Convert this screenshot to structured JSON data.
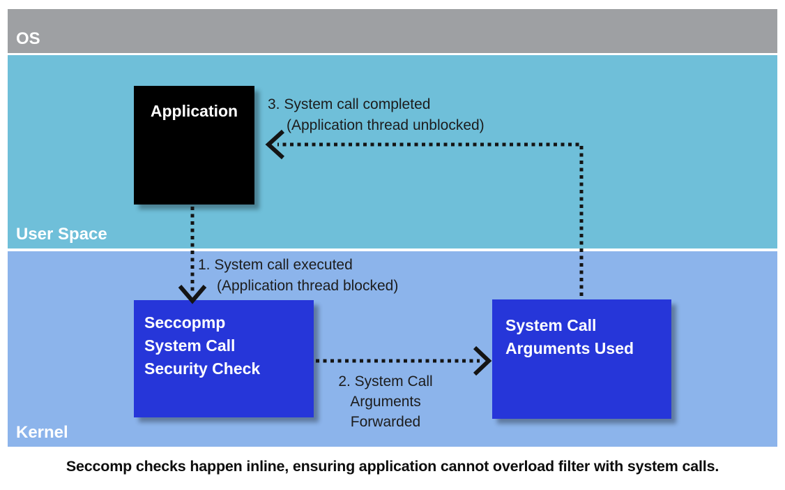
{
  "regions": {
    "os": {
      "label": "OS",
      "color": "#9ea0a3"
    },
    "user_space": {
      "label": "User Space",
      "color": "#6fbfd9"
    },
    "kernel": {
      "label": "Kernel",
      "color": "#8cb4eb"
    }
  },
  "nodes": {
    "application": {
      "label": "Application",
      "color": "#000000"
    },
    "seccomp_check": {
      "lines": [
        "Seccopmp",
        "System Call",
        "Security Check"
      ],
      "color": "#2636d9"
    },
    "syscall_args": {
      "lines": [
        "System Call",
        "Arguments Used"
      ],
      "color": "#2636d9"
    }
  },
  "arrows": {
    "step1": {
      "lines": [
        "1. System call executed",
        "(Application thread blocked)"
      ]
    },
    "step2": {
      "lines": [
        "2. System Call",
        "Arguments",
        "Forwarded"
      ]
    },
    "step3": {
      "lines": [
        "3. System call completed",
        "(Application thread unblocked)"
      ]
    }
  },
  "caption": "Seccomp checks happen inline, ensuring application cannot overload filter with system calls.",
  "arrow_color": "#141414"
}
